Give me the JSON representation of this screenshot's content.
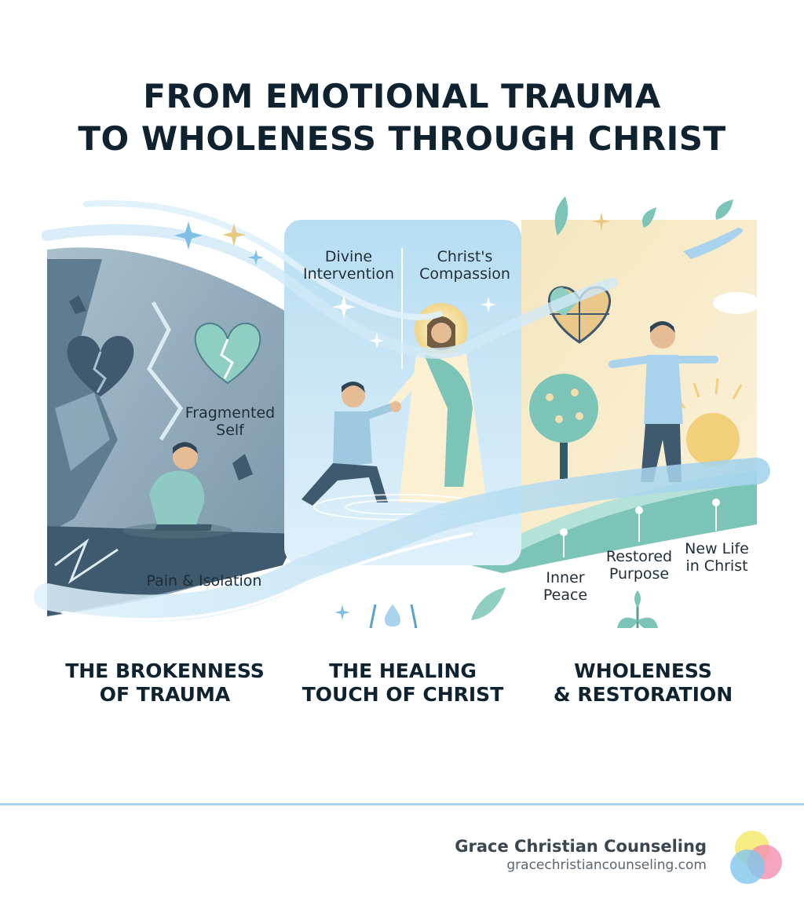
{
  "title": {
    "line1": "FROM EMOTIONAL TRAUMA",
    "line2": "TO WHOLENESS THROUGH CHRIST"
  },
  "panels": [
    {
      "heading_line1": "THE BROKENNESS",
      "heading_line2": "OF TRAUMA",
      "labels": {
        "fragmented_line1": "Fragmented",
        "fragmented_line2": "Self",
        "pain": "Pain & Isolation"
      }
    },
    {
      "heading_line1": "THE HEALING",
      "heading_line2": "TOUCH OF CHRIST",
      "labels": {
        "divine_line1": "Divine",
        "divine_line2": "Intervention",
        "compassion_line1": "Christ's",
        "compassion_line2": "Compassion"
      }
    },
    {
      "heading_line1": "WHOLENESS",
      "heading_line2": "& RESTORATION",
      "labels": {
        "peace_line1": "Inner",
        "peace_line2": "Peace",
        "purpose_line1": "Restored",
        "purpose_line2": "Purpose",
        "newlife_line1": "New Life",
        "newlife_line2": "in Christ"
      }
    }
  ],
  "footer": {
    "brand": "Grace Christian Counseling",
    "url": "gracechristiancounseling.com"
  },
  "colors": {
    "brokenness": "#6f8ea3",
    "healing": "#bfe2f4",
    "wholeness": "#f2dfae",
    "accent_teal": "#7cc4b8",
    "footer_rule": "#a8d4ec"
  }
}
